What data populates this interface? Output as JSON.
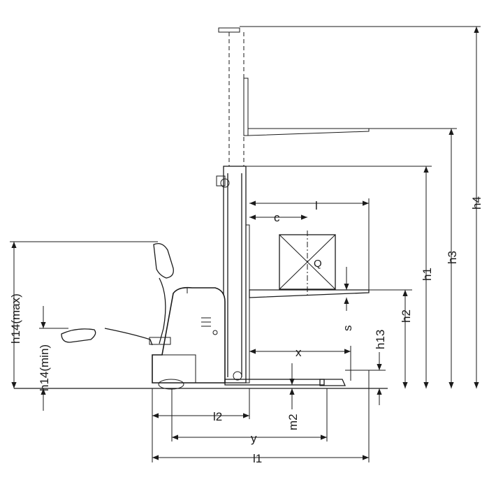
{
  "labels": {
    "h4": "h4",
    "h3": "h3",
    "h1": "h1",
    "h2": "h2",
    "h13": "h13",
    "s": "s",
    "x": "x",
    "l": "l",
    "c": "c",
    "q": "Q",
    "h14_max": "h14(max)",
    "h14_min": "h14(min)",
    "l2": "l2",
    "m2": "m2",
    "y": "y",
    "l1": "l1"
  }
}
